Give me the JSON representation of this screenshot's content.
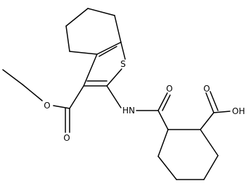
{
  "diagram": {
    "type": "chemical-structure",
    "atom_labels": {
      "sulfur": "S",
      "ester_carbonyl_oxygen": "O",
      "ester_ether_oxygen": "O",
      "amide_nitrogen": "HN",
      "amide_oxygen": "O",
      "acid_carbonyl_oxygen": "O",
      "acid_hydroxyl": "OH"
    }
  }
}
